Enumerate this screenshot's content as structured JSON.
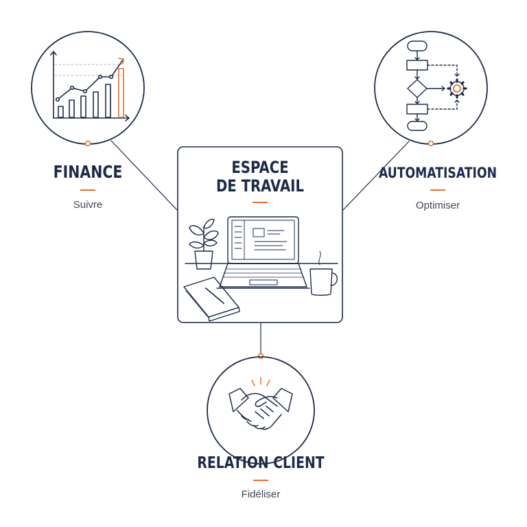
{
  "colors": {
    "navy": "#1b2a47",
    "accent": "#e0702a",
    "text": "#3d4656"
  },
  "center": {
    "title_line1": "ESPACE",
    "title_line2": "DE TRAVAIL",
    "illustration": "laptop-desk-icon"
  },
  "nodes": [
    {
      "id": "finance",
      "title": "FINANCE",
      "subtitle": "Suivre",
      "icon": "bar-chart-growth-icon"
    },
    {
      "id": "automatisation",
      "title": "AUTOMATISATION",
      "subtitle": "Optimiser",
      "icon": "flowchart-gear-icon"
    },
    {
      "id": "relation",
      "title": "RELATION CLIENT",
      "subtitle": "Fidéliser",
      "icon": "handshake-icon"
    }
  ]
}
